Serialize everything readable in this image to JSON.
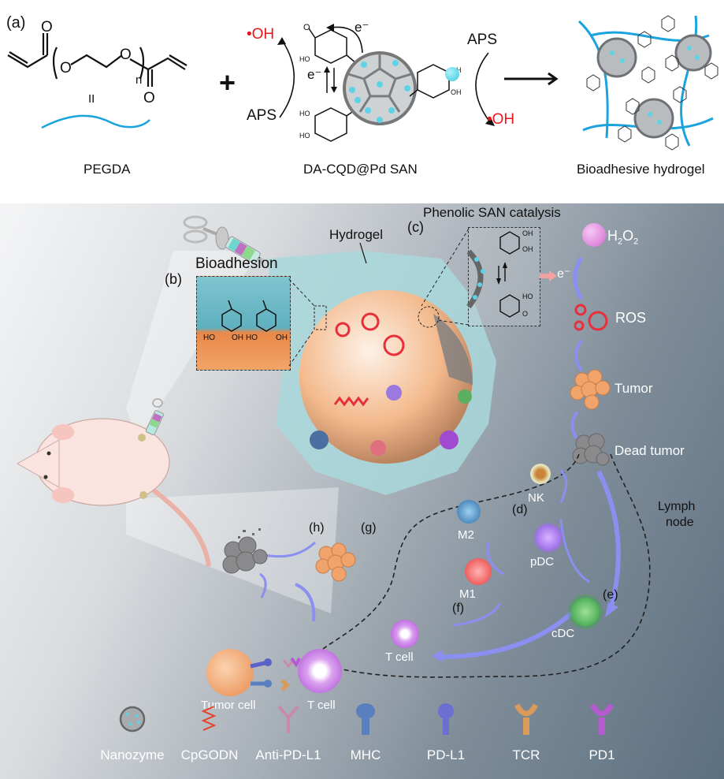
{
  "figure": {
    "panel_a": {
      "label": "(a)",
      "pegda": {
        "name": "PEGDA",
        "equals_sign": "II",
        "repeat_unit_subscript": "n",
        "atom_O": "O"
      },
      "plus_sign": "+",
      "san": {
        "name": "DA-CQD@Pd SAN",
        "left_radical": "•OH",
        "left_oxidant": "APS",
        "electron_top": "e⁻",
        "electron_mid": "e⁻",
        "right_oxidant": "APS",
        "right_radical": "•OH",
        "hydroxyl": "OH",
        "hydroxyl_rev": "HO"
      },
      "product": {
        "name": "Bioadhesive hydrogel"
      }
    },
    "panel_b": {
      "label_b": "(b)",
      "bioadhesion_title": "Bioadhesion",
      "ho_1": "HO",
      "oh_1": "OH",
      "ho_2": "HO",
      "oh_2": "OH",
      "hydrogel_label": "Hydrogel",
      "label_c": "(c)",
      "phenolic_title": "Phenolic SAN catalysis",
      "inset_oh_1": "OH",
      "inset_oh_2": "OH",
      "inset_ho": "HO",
      "inset_o": "O",
      "electron": "e⁻",
      "h2o2": {
        "base": "H",
        "sub1": "2",
        "mid": "O",
        "sub2": "2"
      },
      "ros": "ROS",
      "tumor": "Tumor",
      "dead_tumor": "Dead tumor",
      "nk": "NK",
      "label_d": "(d)",
      "m2": "M2",
      "m1": "M1",
      "pdc": "pDC",
      "label_e": "(e)",
      "cdc": "cDC",
      "label_f": "(f)",
      "t_cell_mid": "T cell",
      "lymph_node_1": "Lymph",
      "lymph_node_2": "node",
      "label_g": "(g)",
      "label_h": "(h)",
      "tumor_cell": "Tumor cell",
      "t_cell_left": "T cell"
    },
    "legend": [
      {
        "icon": "nanozyme-icon",
        "label": "Nanozyme"
      },
      {
        "icon": "cpgodn-icon",
        "label": "CpGODN"
      },
      {
        "icon": "anti-pd-l1-icon",
        "label": "Anti-PD-L1"
      },
      {
        "icon": "mhc-icon",
        "label": "MHC"
      },
      {
        "icon": "pd-l1-icon",
        "label": "PD-L1"
      },
      {
        "icon": "tcr-icon",
        "label": "TCR"
      },
      {
        "icon": "pd1-icon",
        "label": "PD1"
      }
    ],
    "colors": {
      "hydrogel_blue": "#1aa3dc",
      "radical_red": "#e8161b",
      "pd_atom": "#5fd3e6",
      "tumor_orange": "#f0a46c",
      "h2o2_pink": "#e07ee0",
      "ros_red": "#e8303a",
      "arrow_purple": "#8a8ff0",
      "cpg_red": "#e8402a",
      "anti_pdl1": "#c98aa8",
      "mhc": "#5a7fbf",
      "pdl1": "#6a6fd0",
      "tcr": "#d99a5a",
      "pd1": "#b65ad0"
    }
  }
}
